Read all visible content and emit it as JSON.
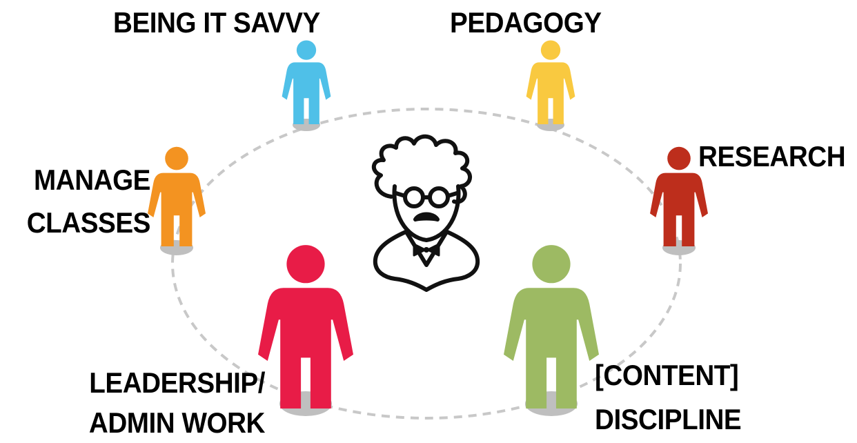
{
  "roles": [
    {
      "id": "it",
      "lines": [
        "BEING IT SAVVY"
      ],
      "color": "#4fc0e8"
    },
    {
      "id": "ped",
      "lines": [
        "PEDAGOGY"
      ],
      "color": "#f9c940"
    },
    {
      "id": "res",
      "lines": [
        "RESEARCH"
      ],
      "color": "#bd2e1c"
    },
    {
      "id": "man",
      "lines": [
        "MANAGE",
        "CLASSES"
      ],
      "color": "#f39321"
    },
    {
      "id": "lead",
      "lines": [
        "LEADERSHIP/",
        "ADMIN WORK"
      ],
      "color": "#e81c47"
    },
    {
      "id": "con",
      "lines": [
        "[CONTENT]",
        "DISCIPLINE"
      ],
      "color": "#9dba63"
    }
  ],
  "colors": {
    "ring": "#c8c8c8",
    "base": "#bfbfbf",
    "professor_stroke": "#111111"
  },
  "center_icon": "professor-icon"
}
